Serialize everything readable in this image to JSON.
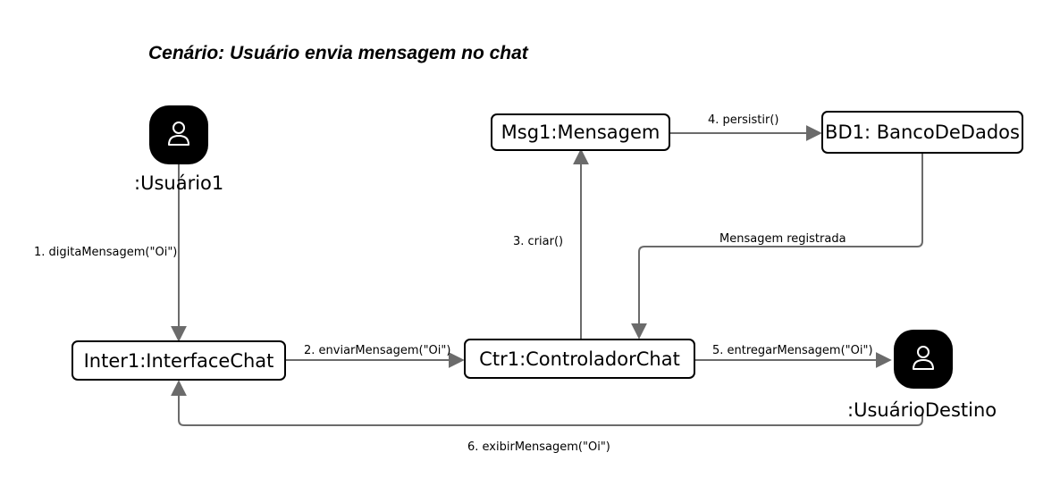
{
  "title": "Cenário: Usuário envia mensagem no chat",
  "actors": {
    "user": {
      "label": ":Usuário1",
      "icon": "user-icon"
    },
    "dest": {
      "label": ":UsuárioDestino",
      "icon": "user-icon"
    }
  },
  "objects": {
    "interface": "Inter1:InterfaceChat",
    "controller": "Ctr1:ControladorChat",
    "message": "Msg1:Mensagem",
    "database": "BD1: BancoDeDados"
  },
  "messages": {
    "m1": "1. digitaMensagem(\"Oi\")",
    "m2": "2. enviarMensagem(\"Oi\")",
    "m3": "3. criar()",
    "m4": "4. persistir()",
    "m_return": "Mensagem registrada",
    "m5": "5. entregarMensagem(\"Oi\")",
    "m6": "6. exibirMensagem(\"Oi\")"
  },
  "colors": {
    "line": "#6b6b6b",
    "box_border": "#000000",
    "actor_fill": "#000000"
  }
}
